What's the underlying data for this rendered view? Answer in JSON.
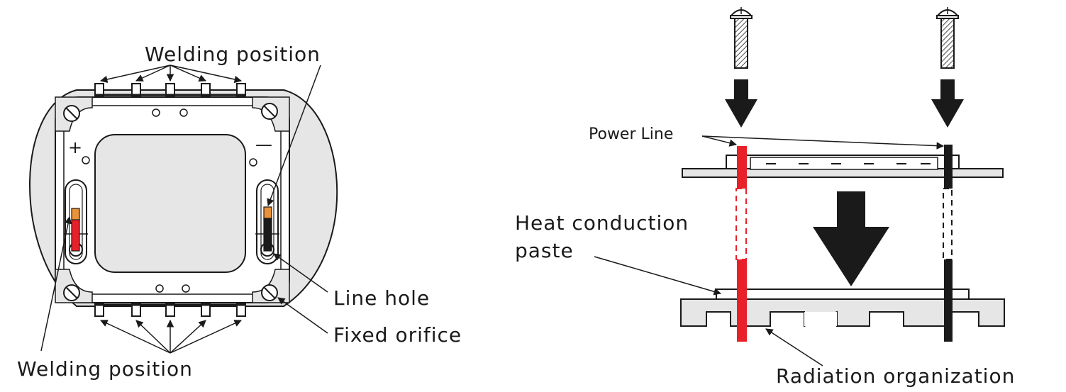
{
  "diagram": {
    "left": {
      "label_welding_top": "Welding position",
      "label_welding_bottom": "Welding position",
      "label_line_hole": "Line hole",
      "label_fixed_orifice": "Fixed orifice",
      "polarity_plus": "+",
      "polarity_minus": "—"
    },
    "right": {
      "label_power_line": "Power Line",
      "label_heat_conduction": "Heat conduction",
      "label_paste": "paste",
      "label_radiation": "Radiation organization"
    },
    "colors": {
      "positive_wire": "#e8202a",
      "negative_wire": "#1a1a1a",
      "copper_tip": "#e8923a",
      "board_fill": "#e6e6e6",
      "line": "#1a1a1a"
    }
  }
}
